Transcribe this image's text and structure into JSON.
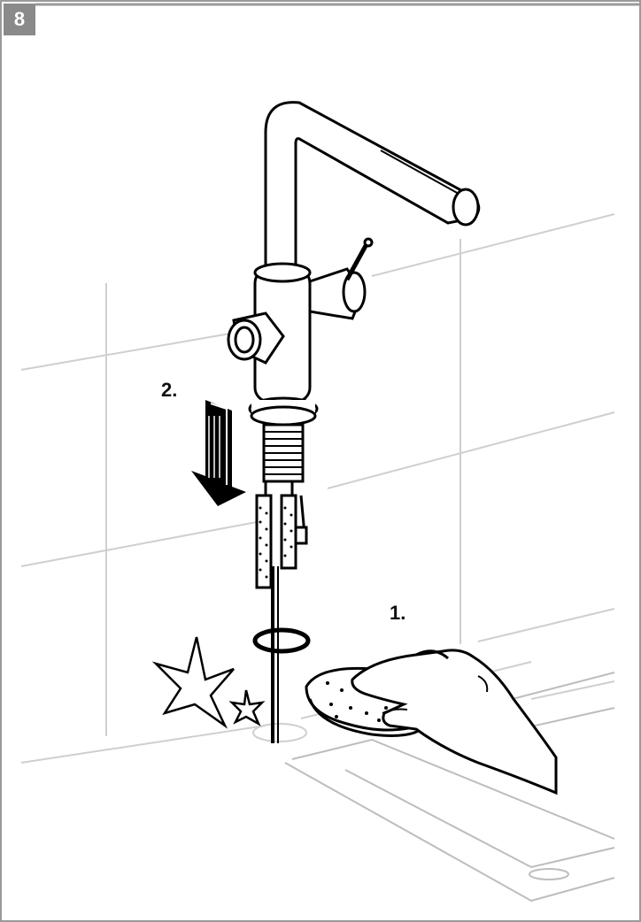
{
  "step": {
    "number": "8"
  },
  "labels": {
    "first": "1.",
    "second": "2."
  },
  "colors": {
    "badge": "#8a8a8a",
    "tile_lines": "#cfcfcf",
    "ink": "#000000"
  }
}
